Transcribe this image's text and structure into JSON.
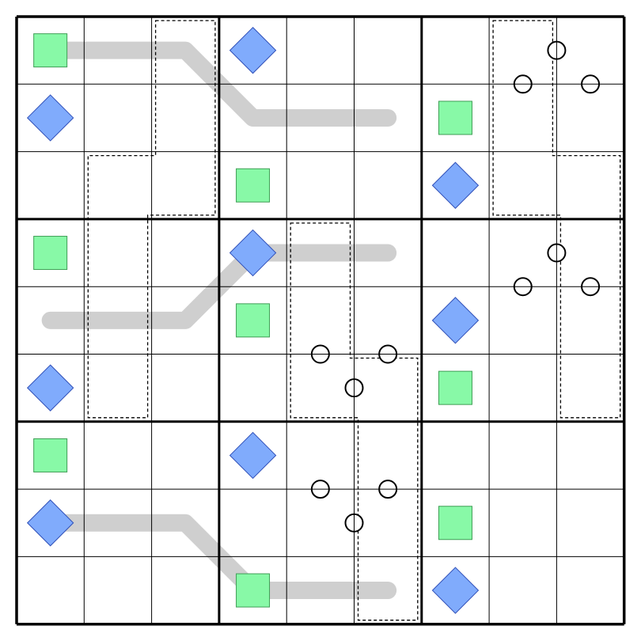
{
  "puzzle": {
    "type": "sudoku-variant",
    "grid_size": 9,
    "box_size": 3,
    "colors": {
      "background": "#ffffff",
      "grid_line": "#000000",
      "square_fill": "#88f9a7",
      "square_stroke": "#3f9d55",
      "diamond_fill": "#80abfc",
      "diamond_stroke": "#2f4fb8",
      "line_stroke": "#cfcfcf",
      "circle_fill": "#ffffff",
      "circle_stroke": "#000000",
      "cage_stroke": "#000000"
    },
    "squares": [
      [
        0,
        0
      ],
      [
        1,
        6
      ],
      [
        2,
        3
      ],
      [
        3,
        0
      ],
      [
        4,
        3
      ],
      [
        5,
        6
      ],
      [
        6,
        0
      ],
      [
        7,
        6
      ],
      [
        8,
        3
      ]
    ],
    "diamonds": [
      [
        0,
        3
      ],
      [
        1,
        0
      ],
      [
        2,
        6
      ],
      [
        3,
        3
      ],
      [
        4,
        6
      ],
      [
        5,
        0
      ],
      [
        6,
        3
      ],
      [
        7,
        0
      ],
      [
        8,
        6
      ]
    ],
    "lines": [
      [
        [
          0,
          0
        ],
        [
          0,
          2
        ],
        [
          1,
          3
        ],
        [
          1,
          5
        ]
      ],
      [
        [
          4,
          0
        ],
        [
          4,
          2
        ],
        [
          3,
          3
        ],
        [
          3,
          5
        ]
      ],
      [
        [
          7,
          0
        ],
        [
          7,
          2
        ],
        [
          8,
          3
        ],
        [
          8,
          5
        ]
      ]
    ],
    "circles": [
      [
        0.5,
        8
      ],
      [
        1,
        7.5
      ],
      [
        1,
        8.5
      ],
      [
        3.5,
        8
      ],
      [
        4,
        7.5
      ],
      [
        4,
        8.5
      ],
      [
        5,
        4.5
      ],
      [
        5,
        5.5
      ],
      [
        5.5,
        5
      ],
      [
        7,
        4.5
      ],
      [
        7,
        5.5
      ],
      [
        7.5,
        5
      ]
    ],
    "cages": [
      [
        [
          0,
          2
        ],
        [
          1,
          2
        ],
        [
          2,
          2
        ],
        [
          2,
          1
        ],
        [
          3,
          1
        ],
        [
          4,
          1
        ],
        [
          5,
          1
        ]
      ],
      [
        [
          0,
          7
        ],
        [
          1,
          7
        ],
        [
          2,
          7
        ],
        [
          2,
          8
        ],
        [
          3,
          8
        ],
        [
          4,
          8
        ],
        [
          5,
          8
        ]
      ],
      [
        [
          3,
          4
        ],
        [
          4,
          4
        ],
        [
          5,
          4
        ],
        [
          5,
          5
        ],
        [
          6,
          5
        ],
        [
          7,
          5
        ],
        [
          8,
          5
        ]
      ]
    ]
  }
}
